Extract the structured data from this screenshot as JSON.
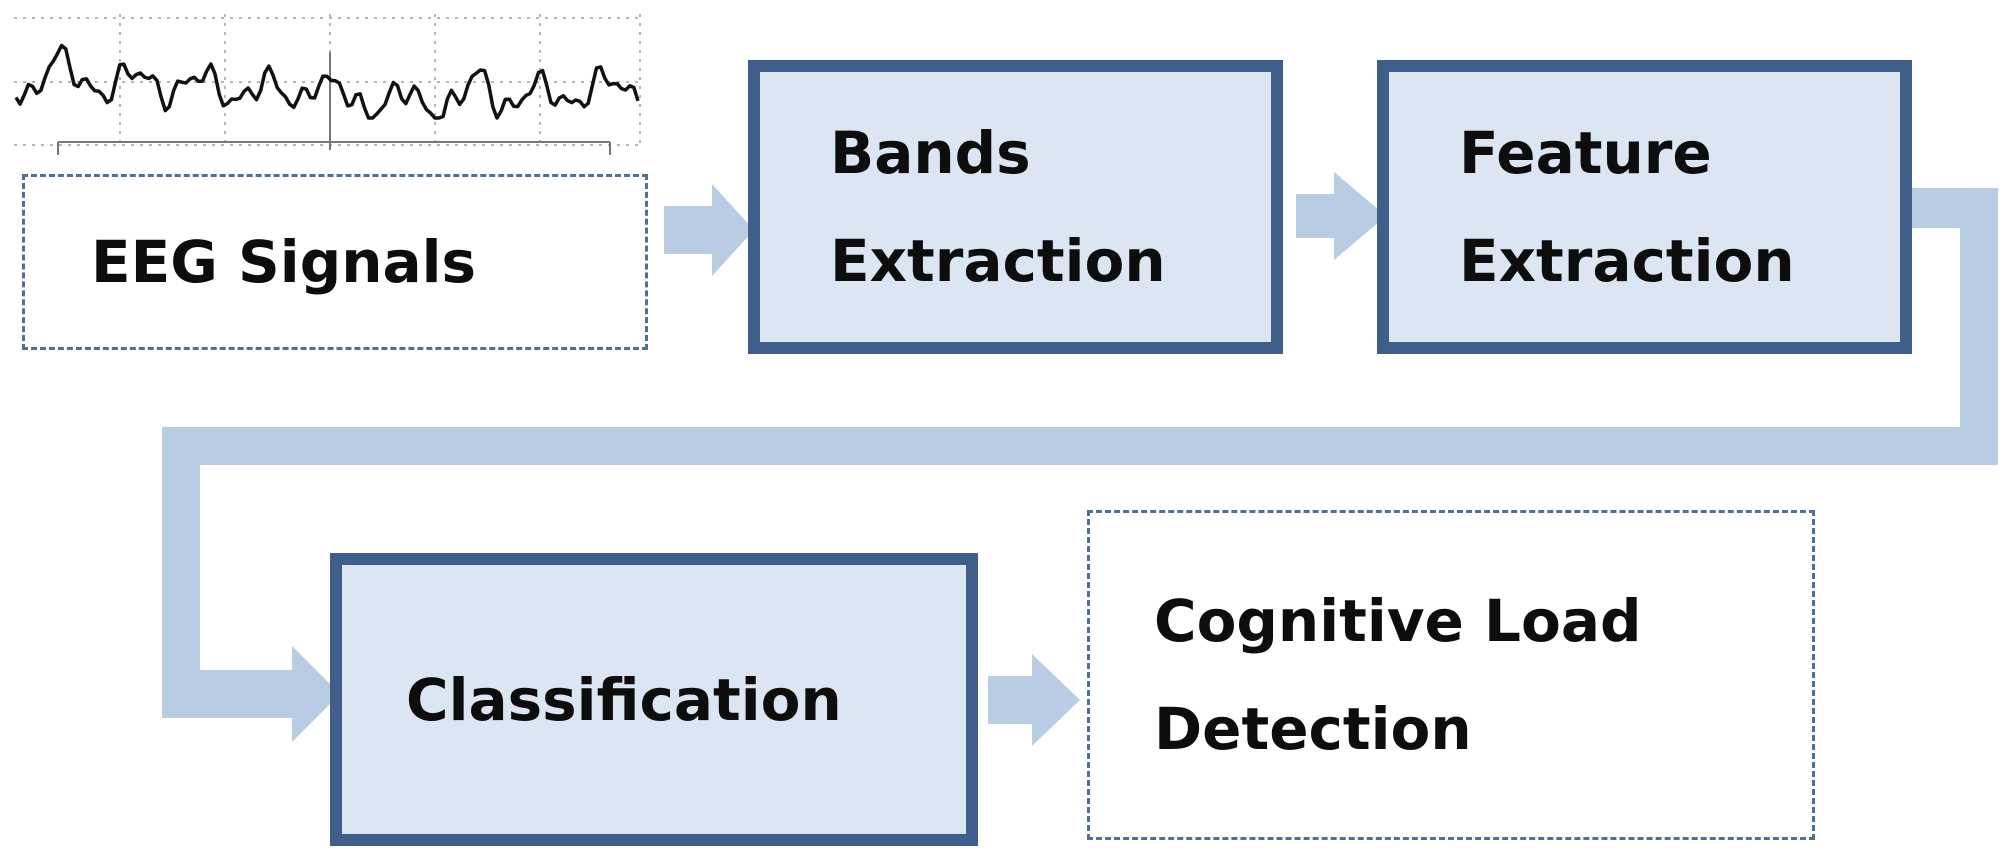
{
  "diagram": {
    "nodes": {
      "eeg_signals": {
        "lines": [
          "EEG Signals"
        ]
      },
      "bands_extraction": {
        "lines": [
          "Bands",
          "Extraction"
        ]
      },
      "feature_extraction": {
        "lines": [
          "Feature",
          "Extraction"
        ]
      },
      "classification": {
        "lines": [
          "Classification"
        ]
      },
      "cognitive_load_detection": {
        "lines": [
          "Cognitive Load",
          "Detection"
        ]
      }
    },
    "edges": [
      {
        "from": "eeg_signals",
        "to": "bands_extraction"
      },
      {
        "from": "bands_extraction",
        "to": "feature_extraction"
      },
      {
        "from": "feature_extraction",
        "to": "classification"
      },
      {
        "from": "classification",
        "to": "cognitive_load_detection"
      }
    ],
    "colors": {
      "arrow": "#b8cce4",
      "box_fill": "#dce6f2",
      "box_border": "#3f5f8a",
      "dashed_border": "#4f6f96",
      "signal_line": "#111111",
      "grid": "#b5b5b5"
    },
    "icons": {
      "eeg_waveform": "eeg-waveform-icon"
    }
  }
}
